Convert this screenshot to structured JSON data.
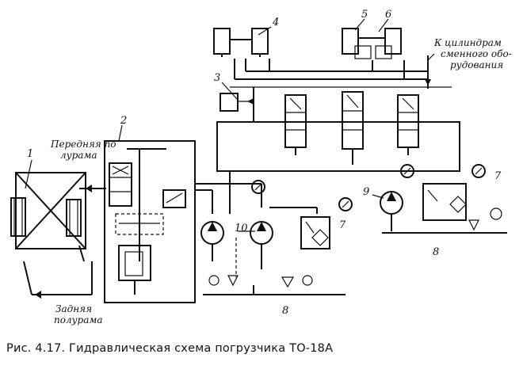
{
  "caption": "Рис. 4.17. Гидравлическая схема погрузчика ТО-18А",
  "labels": {
    "front_frame_l1": "Передняя по",
    "front_frame_l2": "лурама",
    "rear_frame_l1": "Задняя",
    "rear_frame_l2": "полурама",
    "to_cyl_l1": "К цилиндрам",
    "to_cyl_l2": "сменного обо-",
    "to_cyl_l3": "рудования"
  },
  "numbers": [
    "1",
    "2",
    "3",
    "4",
    "5",
    "6",
    "7",
    "7",
    "8",
    "8",
    "9",
    "10"
  ]
}
